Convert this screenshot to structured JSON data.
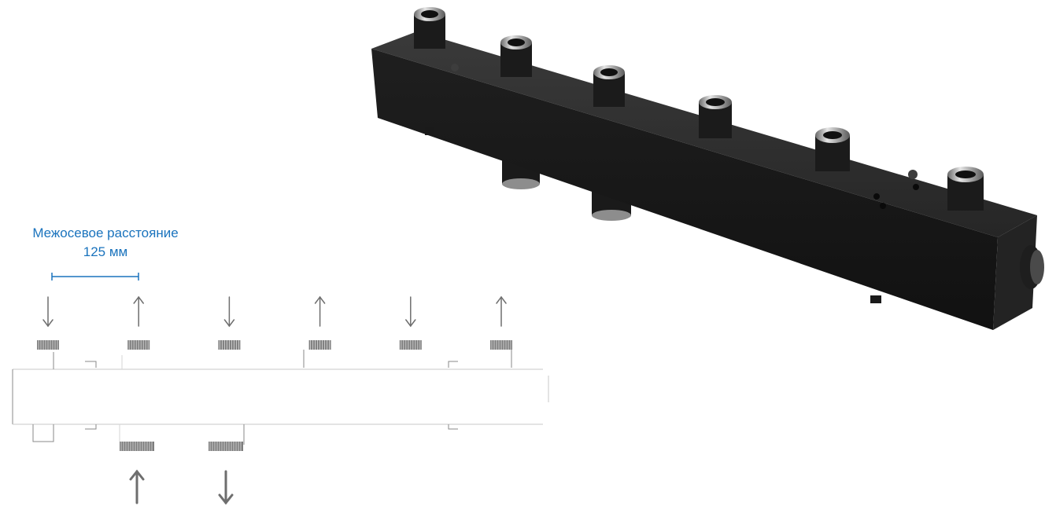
{
  "spacing": {
    "label": "Межосевое расстояние",
    "value": "125 мм"
  },
  "colors": {
    "label": "#1a73bd",
    "outline": "#8a8a8a",
    "arrow": "#6e6e6e",
    "thread": "#7d7d7d",
    "body": "#1c1c1c"
  },
  "top_ports": [
    {
      "flow": "in"
    },
    {
      "flow": "out"
    },
    {
      "flow": "in"
    },
    {
      "flow": "out"
    },
    {
      "flow": "in"
    },
    {
      "flow": "out"
    }
  ],
  "bottom_ports": [
    {
      "flow": "in"
    },
    {
      "flow": "out"
    }
  ]
}
